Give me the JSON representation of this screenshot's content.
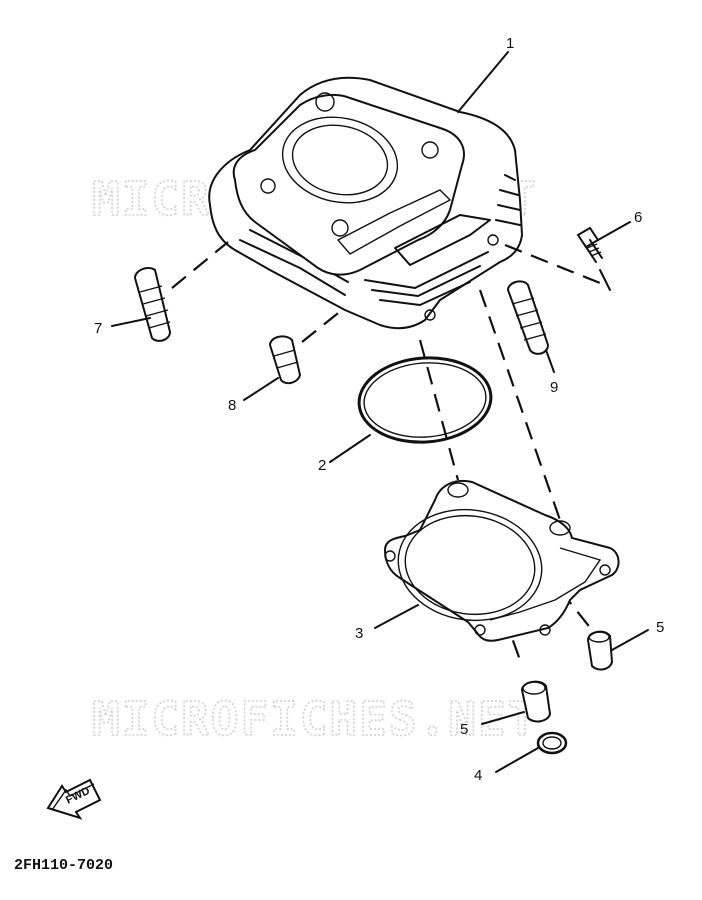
{
  "watermark": {
    "top_text": "MICROFICHES.NET",
    "bottom_text": "MICROFICHES.NET"
  },
  "callouts": {
    "c1": "1",
    "c2": "2",
    "c3": "3",
    "c4": "4",
    "c5a": "5",
    "c5b": "5",
    "c6": "6",
    "c7": "7",
    "c8": "8",
    "c9": "9"
  },
  "fwd_label": "FWD",
  "diagram_code": "2FH110-7020",
  "icons": {
    "fwd": "fwd-arrow-icon"
  }
}
